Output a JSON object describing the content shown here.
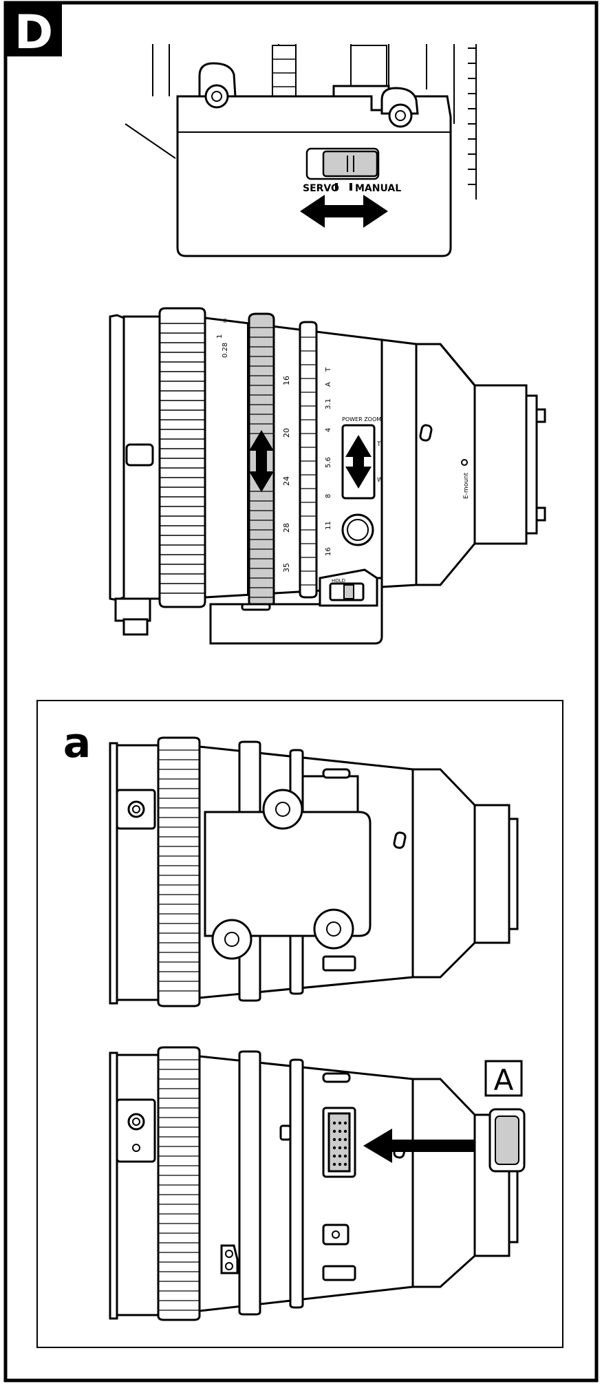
{
  "figure": {
    "label": "D",
    "inset_label": "a",
    "part_label": "A"
  },
  "servo_switch": {
    "left": "SERVO",
    "right": "MANUAL"
  },
  "power_zoom": {
    "title": "POWER ZOOM",
    "tele": "T",
    "wide": "W"
  },
  "mount": {
    "label": "E-mount"
  },
  "hold_switch": {
    "label": "HOLD"
  },
  "focal_scale": [
    "16",
    "20",
    "24",
    "28",
    "35"
  ],
  "aperture_scale": [
    "T",
    "A",
    "3.1",
    "4",
    "5.6",
    "8",
    "11",
    "16"
  ],
  "distance_scale": [
    "0.28",
    "1",
    "∞"
  ],
  "colors": {
    "line": "#000000",
    "fill": "#ffffff",
    "shade": "#cccccc"
  }
}
